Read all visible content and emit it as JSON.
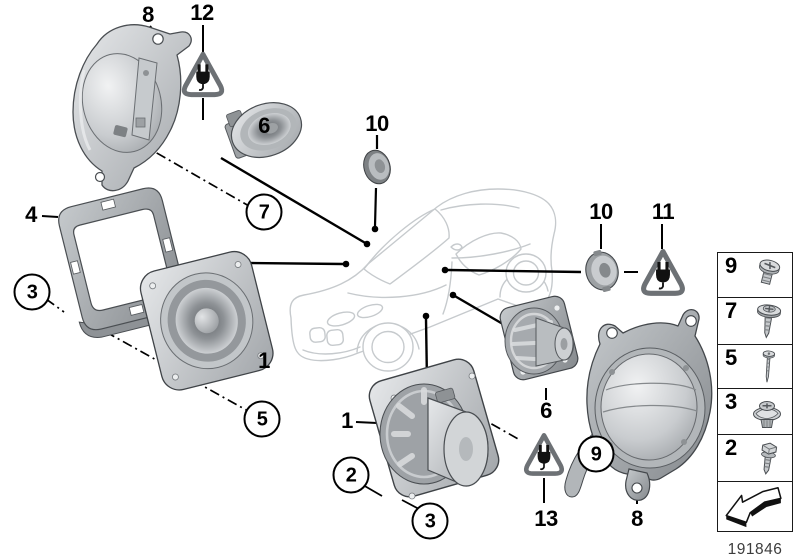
{
  "diagram": {
    "number": "191846",
    "subject": "loudspeaker-parts-diagram"
  },
  "callouts": {
    "bracket_top": "8",
    "warning_top": "12",
    "speaker_top": "6",
    "screw_top": "7",
    "frame": "4",
    "nut_left": "3",
    "woofer_left": "1",
    "screw_left": "5",
    "tweeter_left": "10",
    "tweeter_right": "10",
    "warning_right": "11",
    "speaker_right": "6",
    "warning_bottom": "13",
    "enclosure_screw": "9",
    "woofer_bottom": "1",
    "bolt_bottom": "2",
    "nut_bottom": "3",
    "bracket_bottom": "8"
  },
  "legend": {
    "items": [
      {
        "ref": "9",
        "icon": "screw-pan-head-icon"
      },
      {
        "ref": "7",
        "icon": "screw-washer-head-icon"
      },
      {
        "ref": "5",
        "icon": "screw-long-thin-icon"
      },
      {
        "ref": "3",
        "icon": "plastic-nut-washer-icon"
      },
      {
        "ref": "2",
        "icon": "bolt-hex-head-icon"
      }
    ],
    "direction_arrow_icon": "direction-arrow-icon"
  },
  "icons": {
    "warning_triangle": "electrical-connector-warning-icon",
    "vehicle": "car-outline"
  },
  "colors": {
    "background": "#ffffff",
    "line": "#000000",
    "car_outline": "#c6cacd",
    "triangle_stroke": "#6d7175",
    "metal_light": "#e2e4e6",
    "metal_dark": "#8a8e92"
  }
}
